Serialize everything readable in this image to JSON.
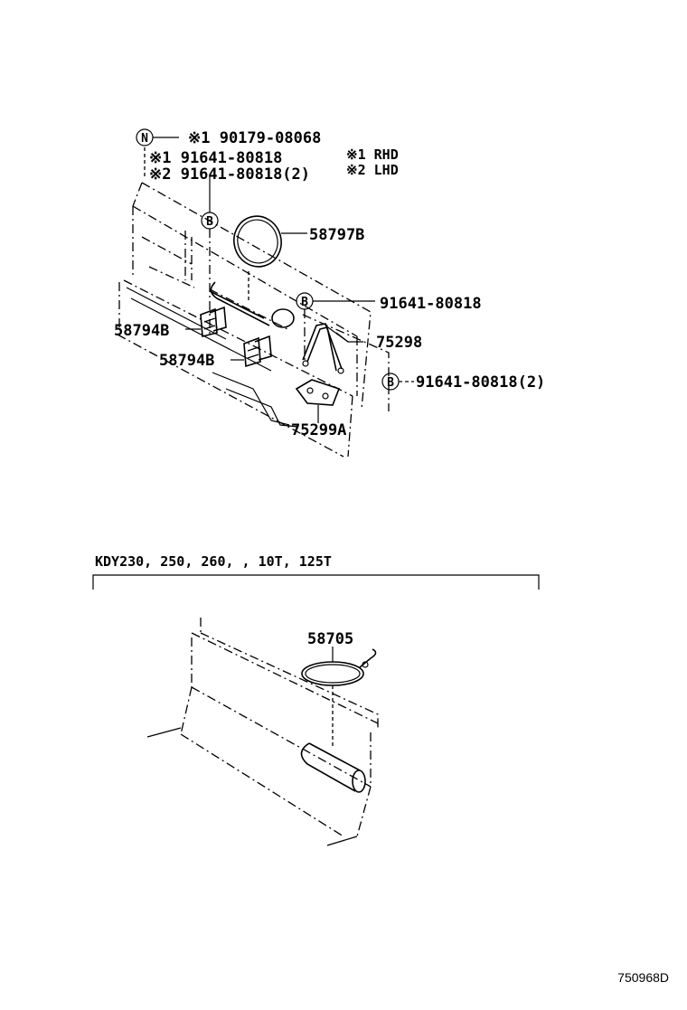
{
  "callouts": {
    "n_symbol": "N",
    "b_symbol": "B",
    "n_part": "※1 90179-08068",
    "b_note_1": "※1 91641-80818",
    "b_note_2": "※2 91641-80818(2)",
    "legend_1": "※1  RHD",
    "legend_2": "※2  LHD",
    "p_58797b": "58797B",
    "p_91641_80818": "91641-80818",
    "p_75298": "75298",
    "p_91641_80818_2": "91641-80818(2)",
    "p_58794b_a": "58794B",
    "p_58794b_b": "58794B",
    "p_75299a": "75299A"
  },
  "variant": {
    "header": "KDY230, 250, 260, , 10T, 125T",
    "p_58705": "58705"
  },
  "footer": {
    "diagram_id": "750968D"
  }
}
